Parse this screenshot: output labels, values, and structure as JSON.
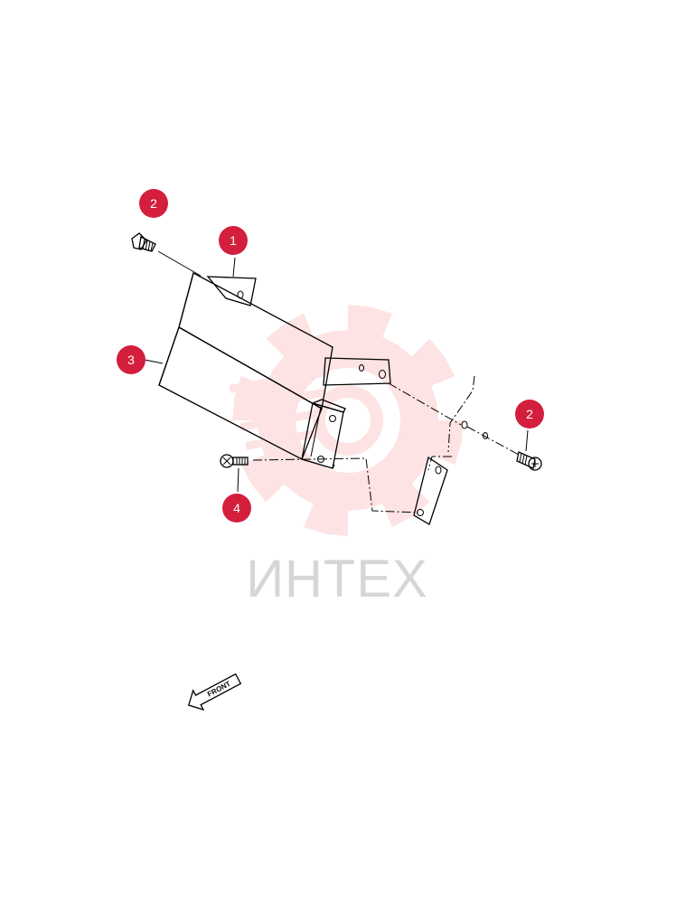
{
  "watermark": {
    "text": "ИНТЕХ",
    "color": "#fde0e0",
    "text_color": "#d2d2d2"
  },
  "callout_color": "#d31f3d",
  "callouts": [
    {
      "id": "c1",
      "label": "1"
    },
    {
      "id": "c2a",
      "label": "2"
    },
    {
      "id": "c2b",
      "label": "2"
    },
    {
      "id": "c3",
      "label": "3"
    },
    {
      "id": "c4",
      "label": "4"
    }
  ],
  "front_arrow": {
    "label": "FRONT",
    "icon": "front-direction-arrow-icon"
  }
}
